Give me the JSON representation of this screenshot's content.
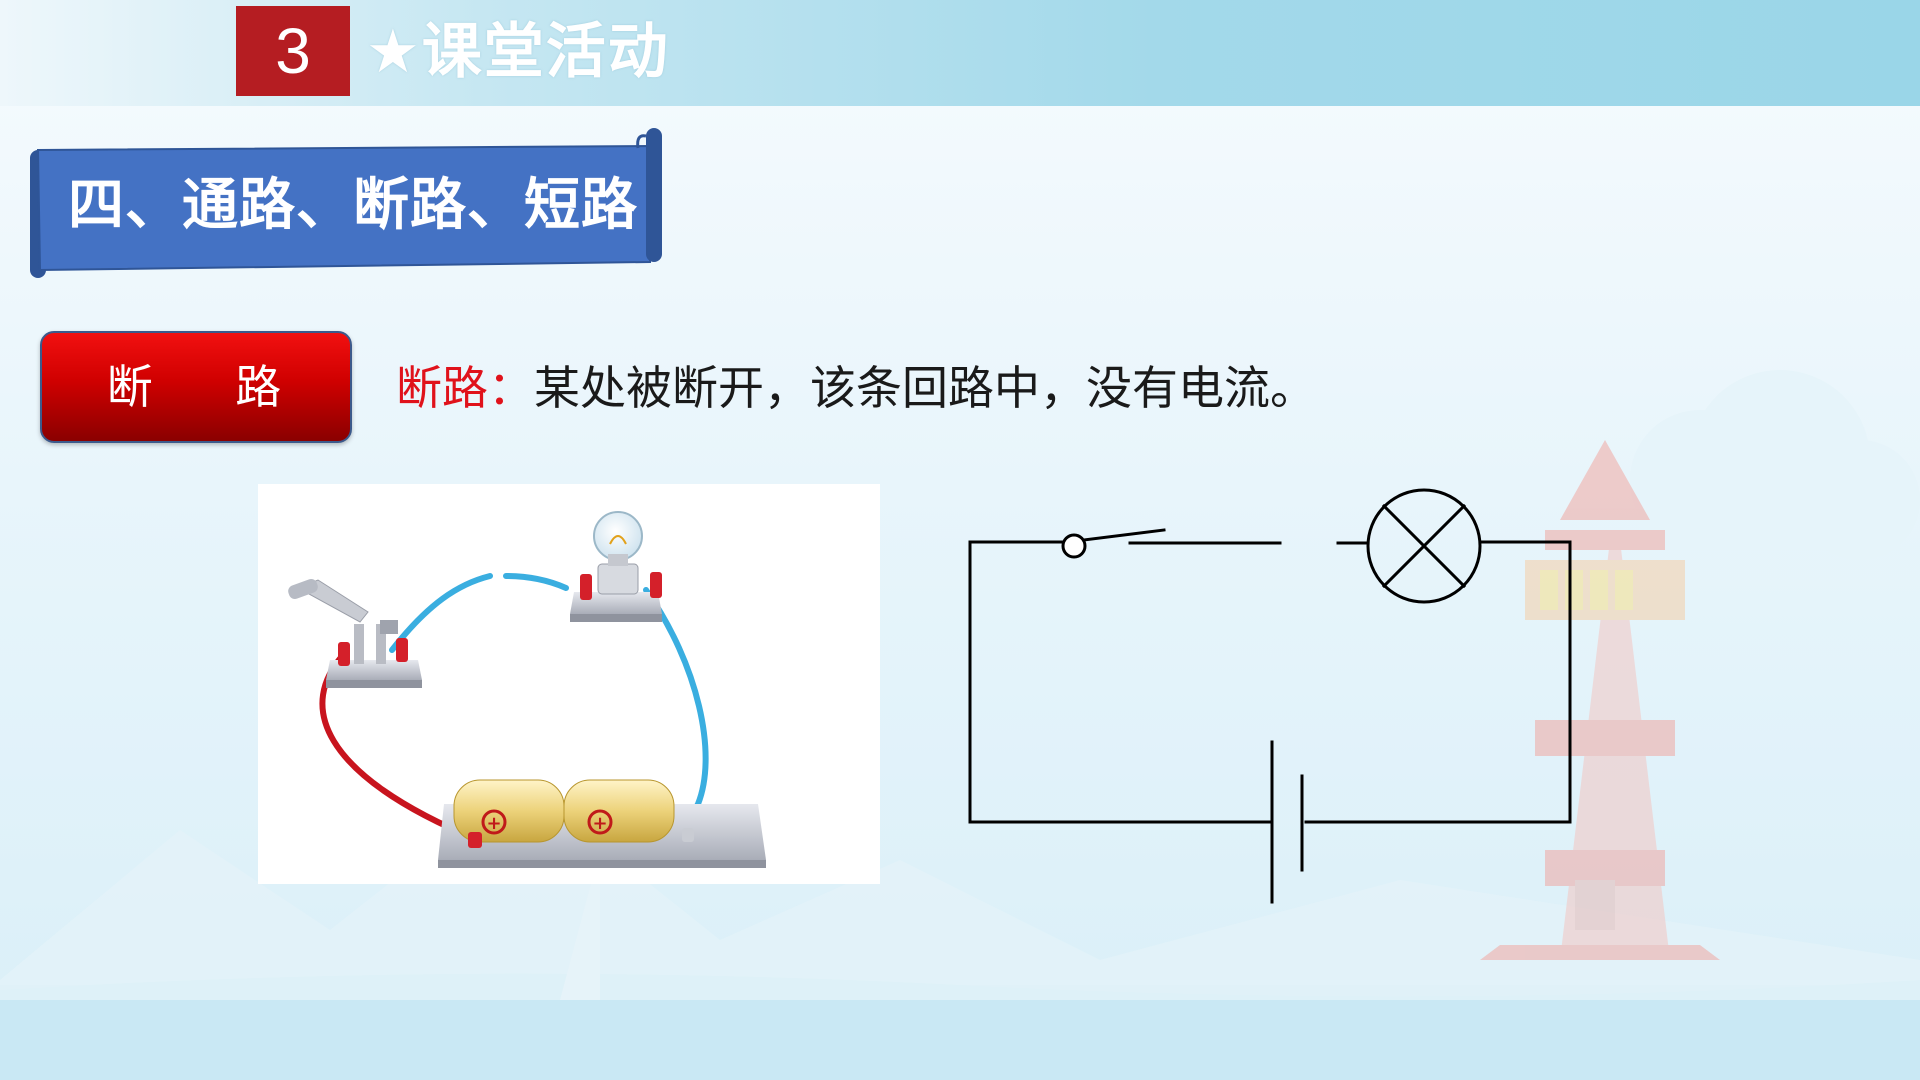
{
  "header": {
    "section_number": "3",
    "section_title": "★课堂活动"
  },
  "banner": {
    "title": "四、通路、断路、短路"
  },
  "tag": {
    "label": "断 路"
  },
  "definition": {
    "term": "断路",
    "colon": "：",
    "text": "某处被断开，该条回路中，没有电流。"
  },
  "illustration": {
    "battery_plus_1": "+",
    "battery_plus_2": "+"
  },
  "colors": {
    "header_red": "#b51d22",
    "banner_blue": "#4472c4",
    "tag_red": "#d40000",
    "term_red": "#e0121b",
    "wire_red": "#c8141e",
    "wire_blue": "#3aaee0"
  }
}
